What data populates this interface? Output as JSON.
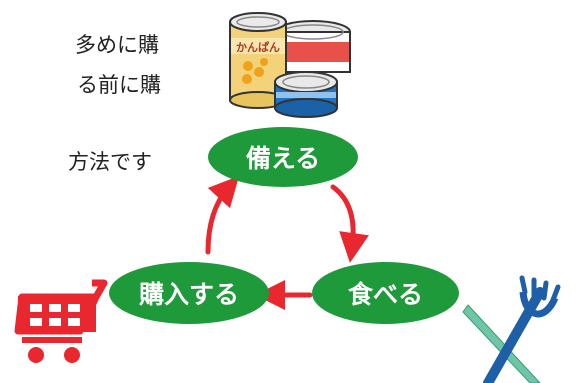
{
  "text_fragments": [
    "多めに購",
    "る前に購",
    "方法です"
  ],
  "cycle": {
    "prepare": "備える",
    "eat": "食べる",
    "buy": "購入する"
  },
  "can_label": "かんぱん",
  "colors": {
    "node_green": "#1f9a3b",
    "arrow_red": "#e8282e",
    "cart_red": "#e8282e",
    "fork_blue": "#1e5fa8",
    "knife_teal": "#6fc6a5"
  },
  "icons": [
    "canned-food-icon",
    "shopping-cart-icon",
    "fork-knife-icon"
  ]
}
